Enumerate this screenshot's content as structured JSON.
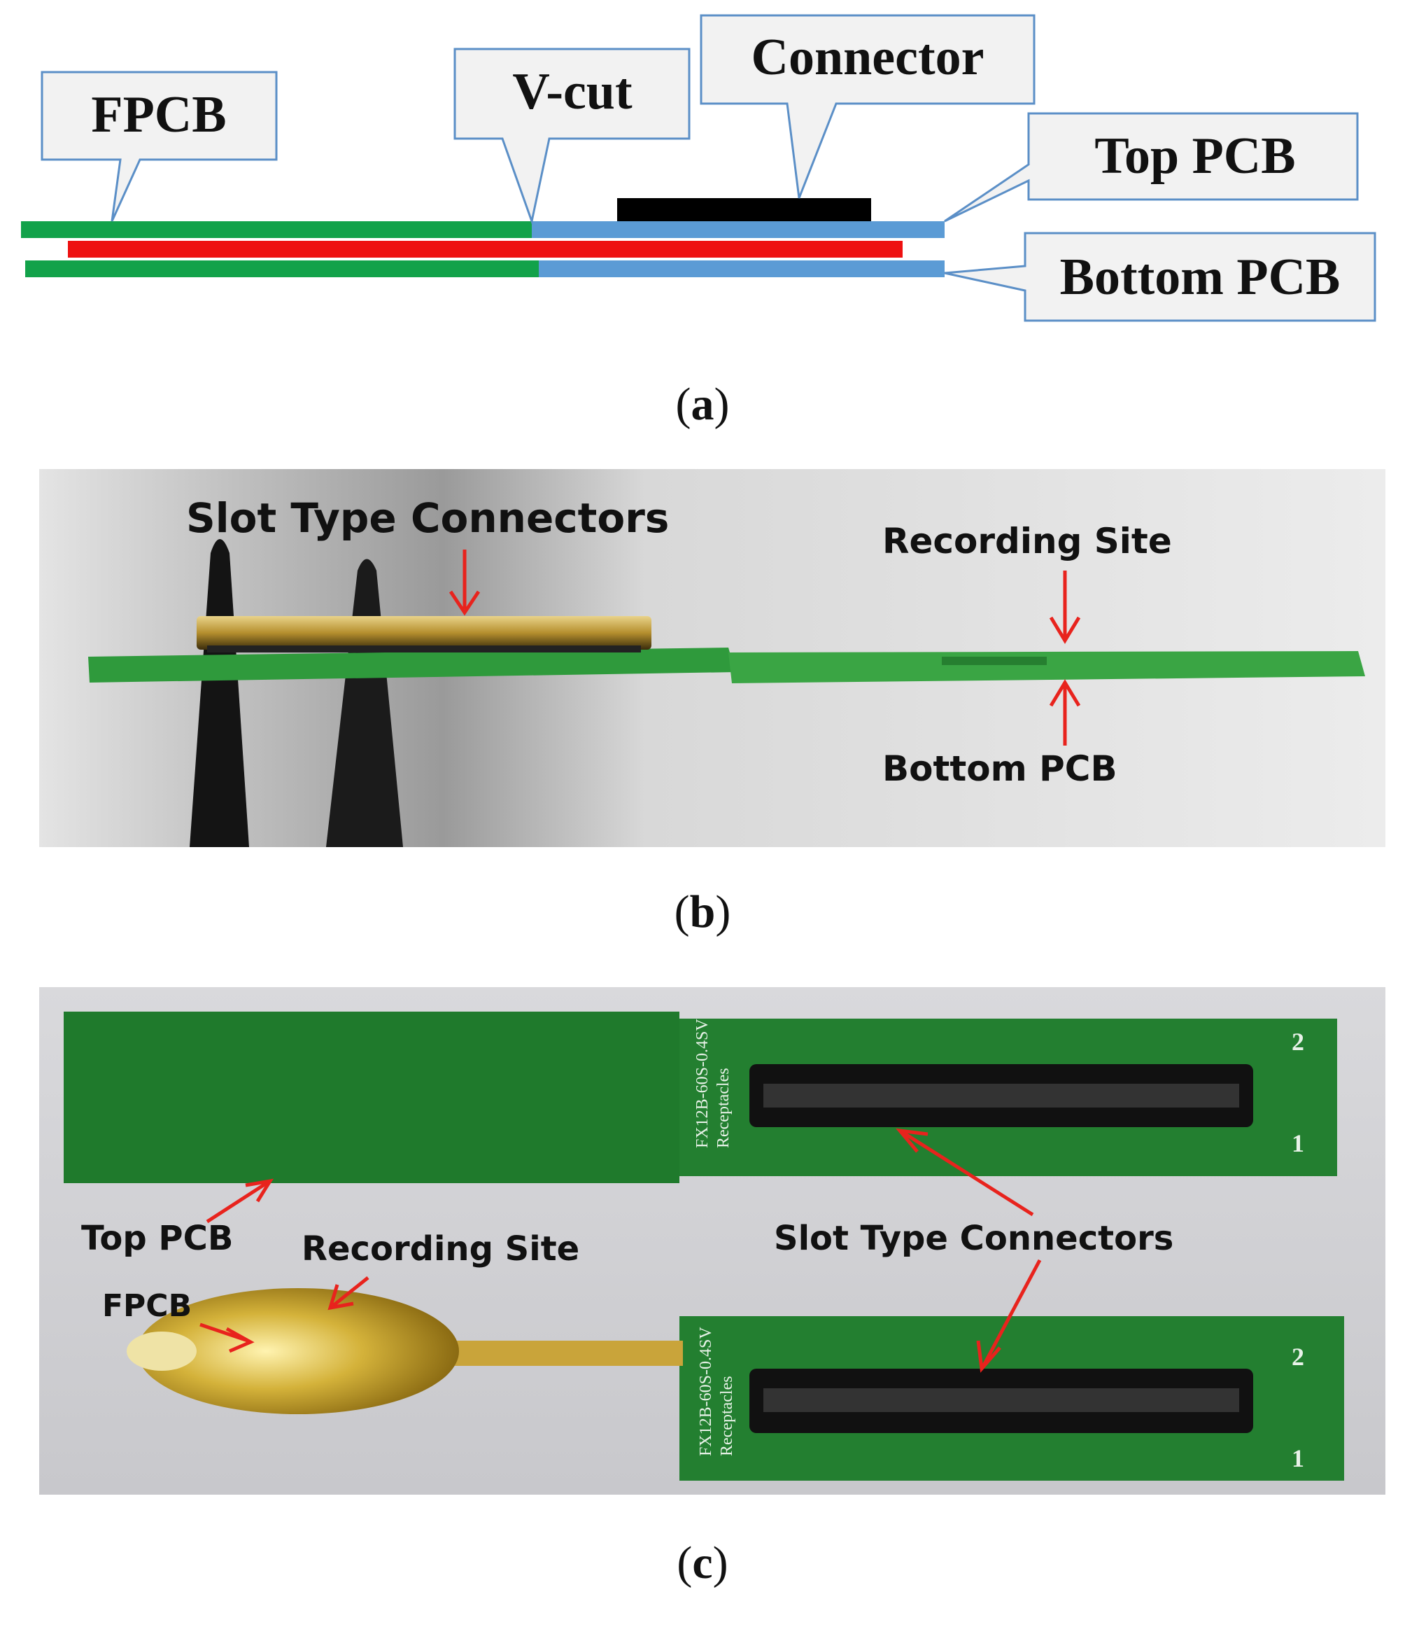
{
  "panel_a": {
    "callouts": {
      "fpcb": "FPCB",
      "vcut": "V-cut",
      "connector": "Connector",
      "top_pcb": "Top PCB",
      "bottom_pcb": "Bottom PCB"
    },
    "caption_letter": "a",
    "colors": {
      "fpcb_layer": "#12a24a",
      "adhesive_layer": "#ee1111",
      "pcb_layer": "#5b9bd5",
      "connector": "#000000",
      "callout_fill": "#f2f2f2",
      "callout_border": "#5b8fc7"
    }
  },
  "panel_b": {
    "labels": {
      "slot_connectors": "Slot Type Connectors",
      "recording_site": "Recording Site",
      "bottom_pcb": "Bottom PCB"
    },
    "caption_letter": "b",
    "colors": {
      "arrow": "#e8231d",
      "pcb": "#2f9a3c"
    }
  },
  "panel_c": {
    "labels": {
      "top_pcb": "Top PCB",
      "recording_site": "Recording Site",
      "fpcb": "FPCB",
      "slot_connectors": "Slot Type Connectors"
    },
    "board_markings": {
      "part_line1": "FX12B-60S-0.4SV",
      "part_line2": "Receptacles",
      "pin_2": "2",
      "pin_1": "1"
    },
    "caption_letter": "c",
    "colors": {
      "arrow": "#e8231d",
      "pcb": "#1f7a2c",
      "fpcb_gold": "#d4b23a"
    }
  }
}
